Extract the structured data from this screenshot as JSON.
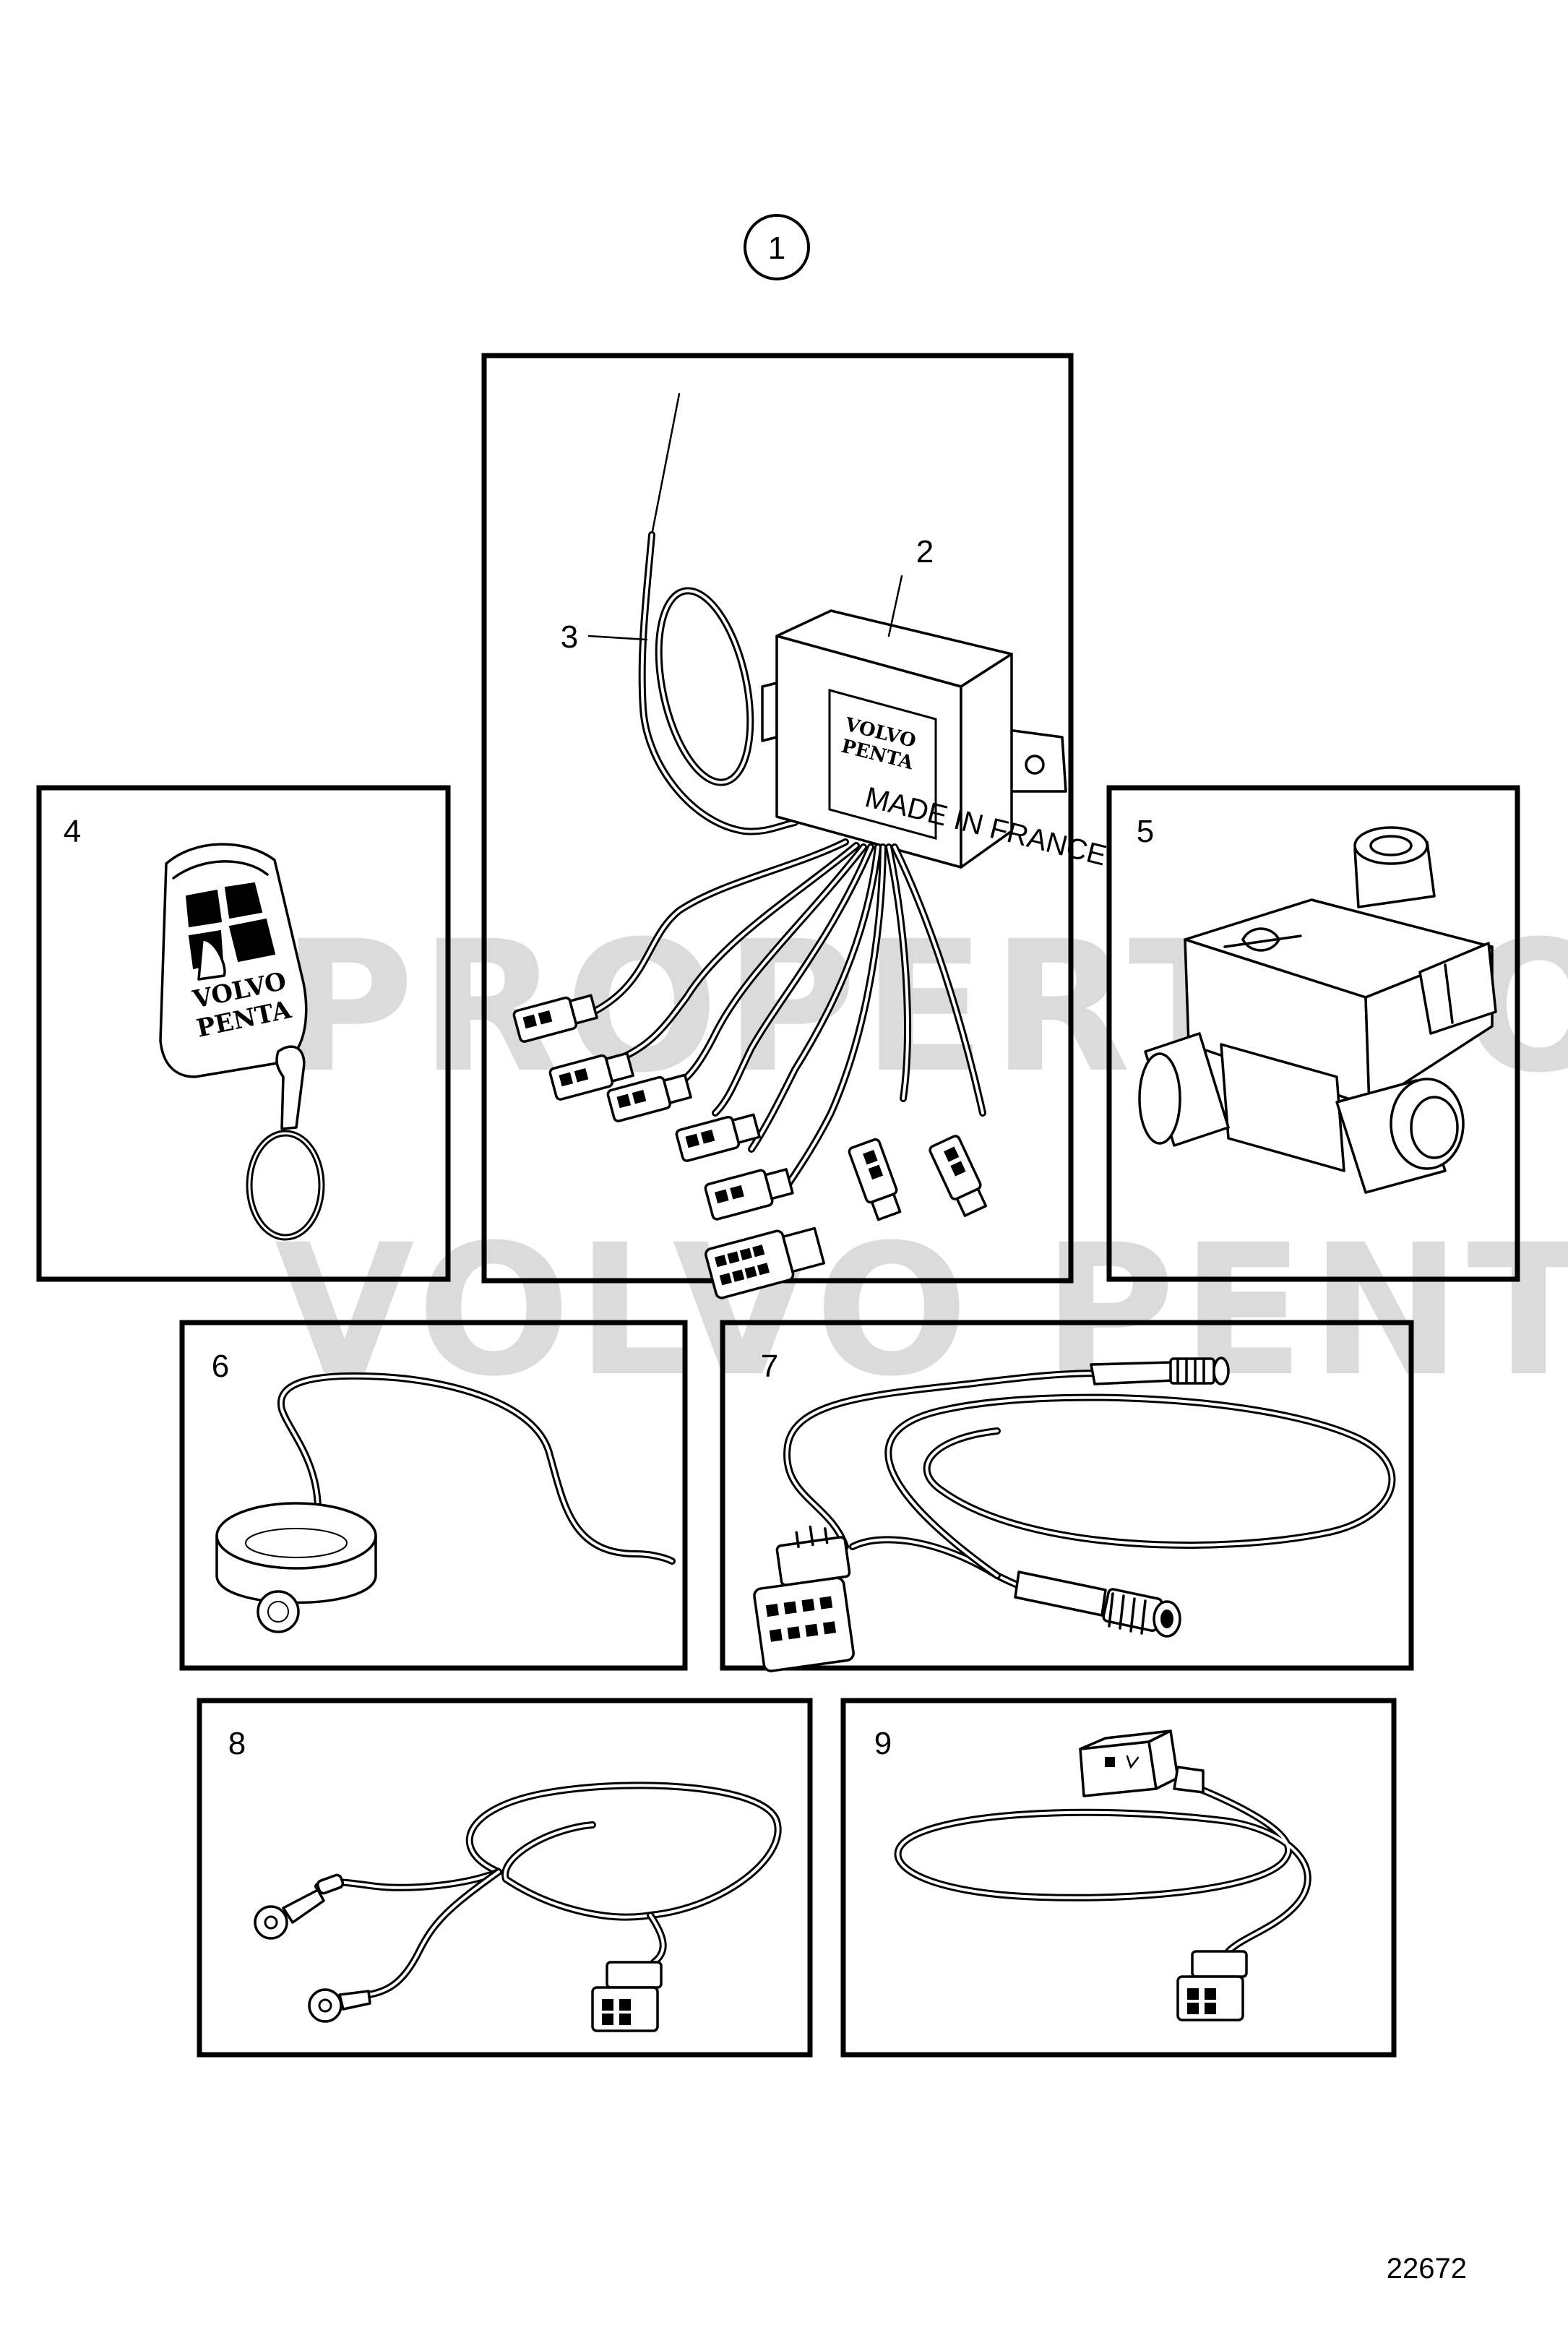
{
  "labels": {
    "assembly": "1",
    "control_unit": "2",
    "antenna": "3",
    "remote_key": "4",
    "solenoid_valve": "5",
    "sensor": "6",
    "sensor_harness": "7",
    "cable_harness": "8",
    "valve_harness": "9"
  },
  "control_unit": {
    "brand_line1": "VOLVO",
    "brand_line2": "PENTA",
    "made_in": "MADE IN FRANCE"
  },
  "remote_key": {
    "brand_line1": "VOLVO",
    "brand_line2": "PENTA"
  },
  "watermark": {
    "line1": "PROPERTY OF",
    "line2": "VOLVO PENTA"
  },
  "figure_number": "22672"
}
